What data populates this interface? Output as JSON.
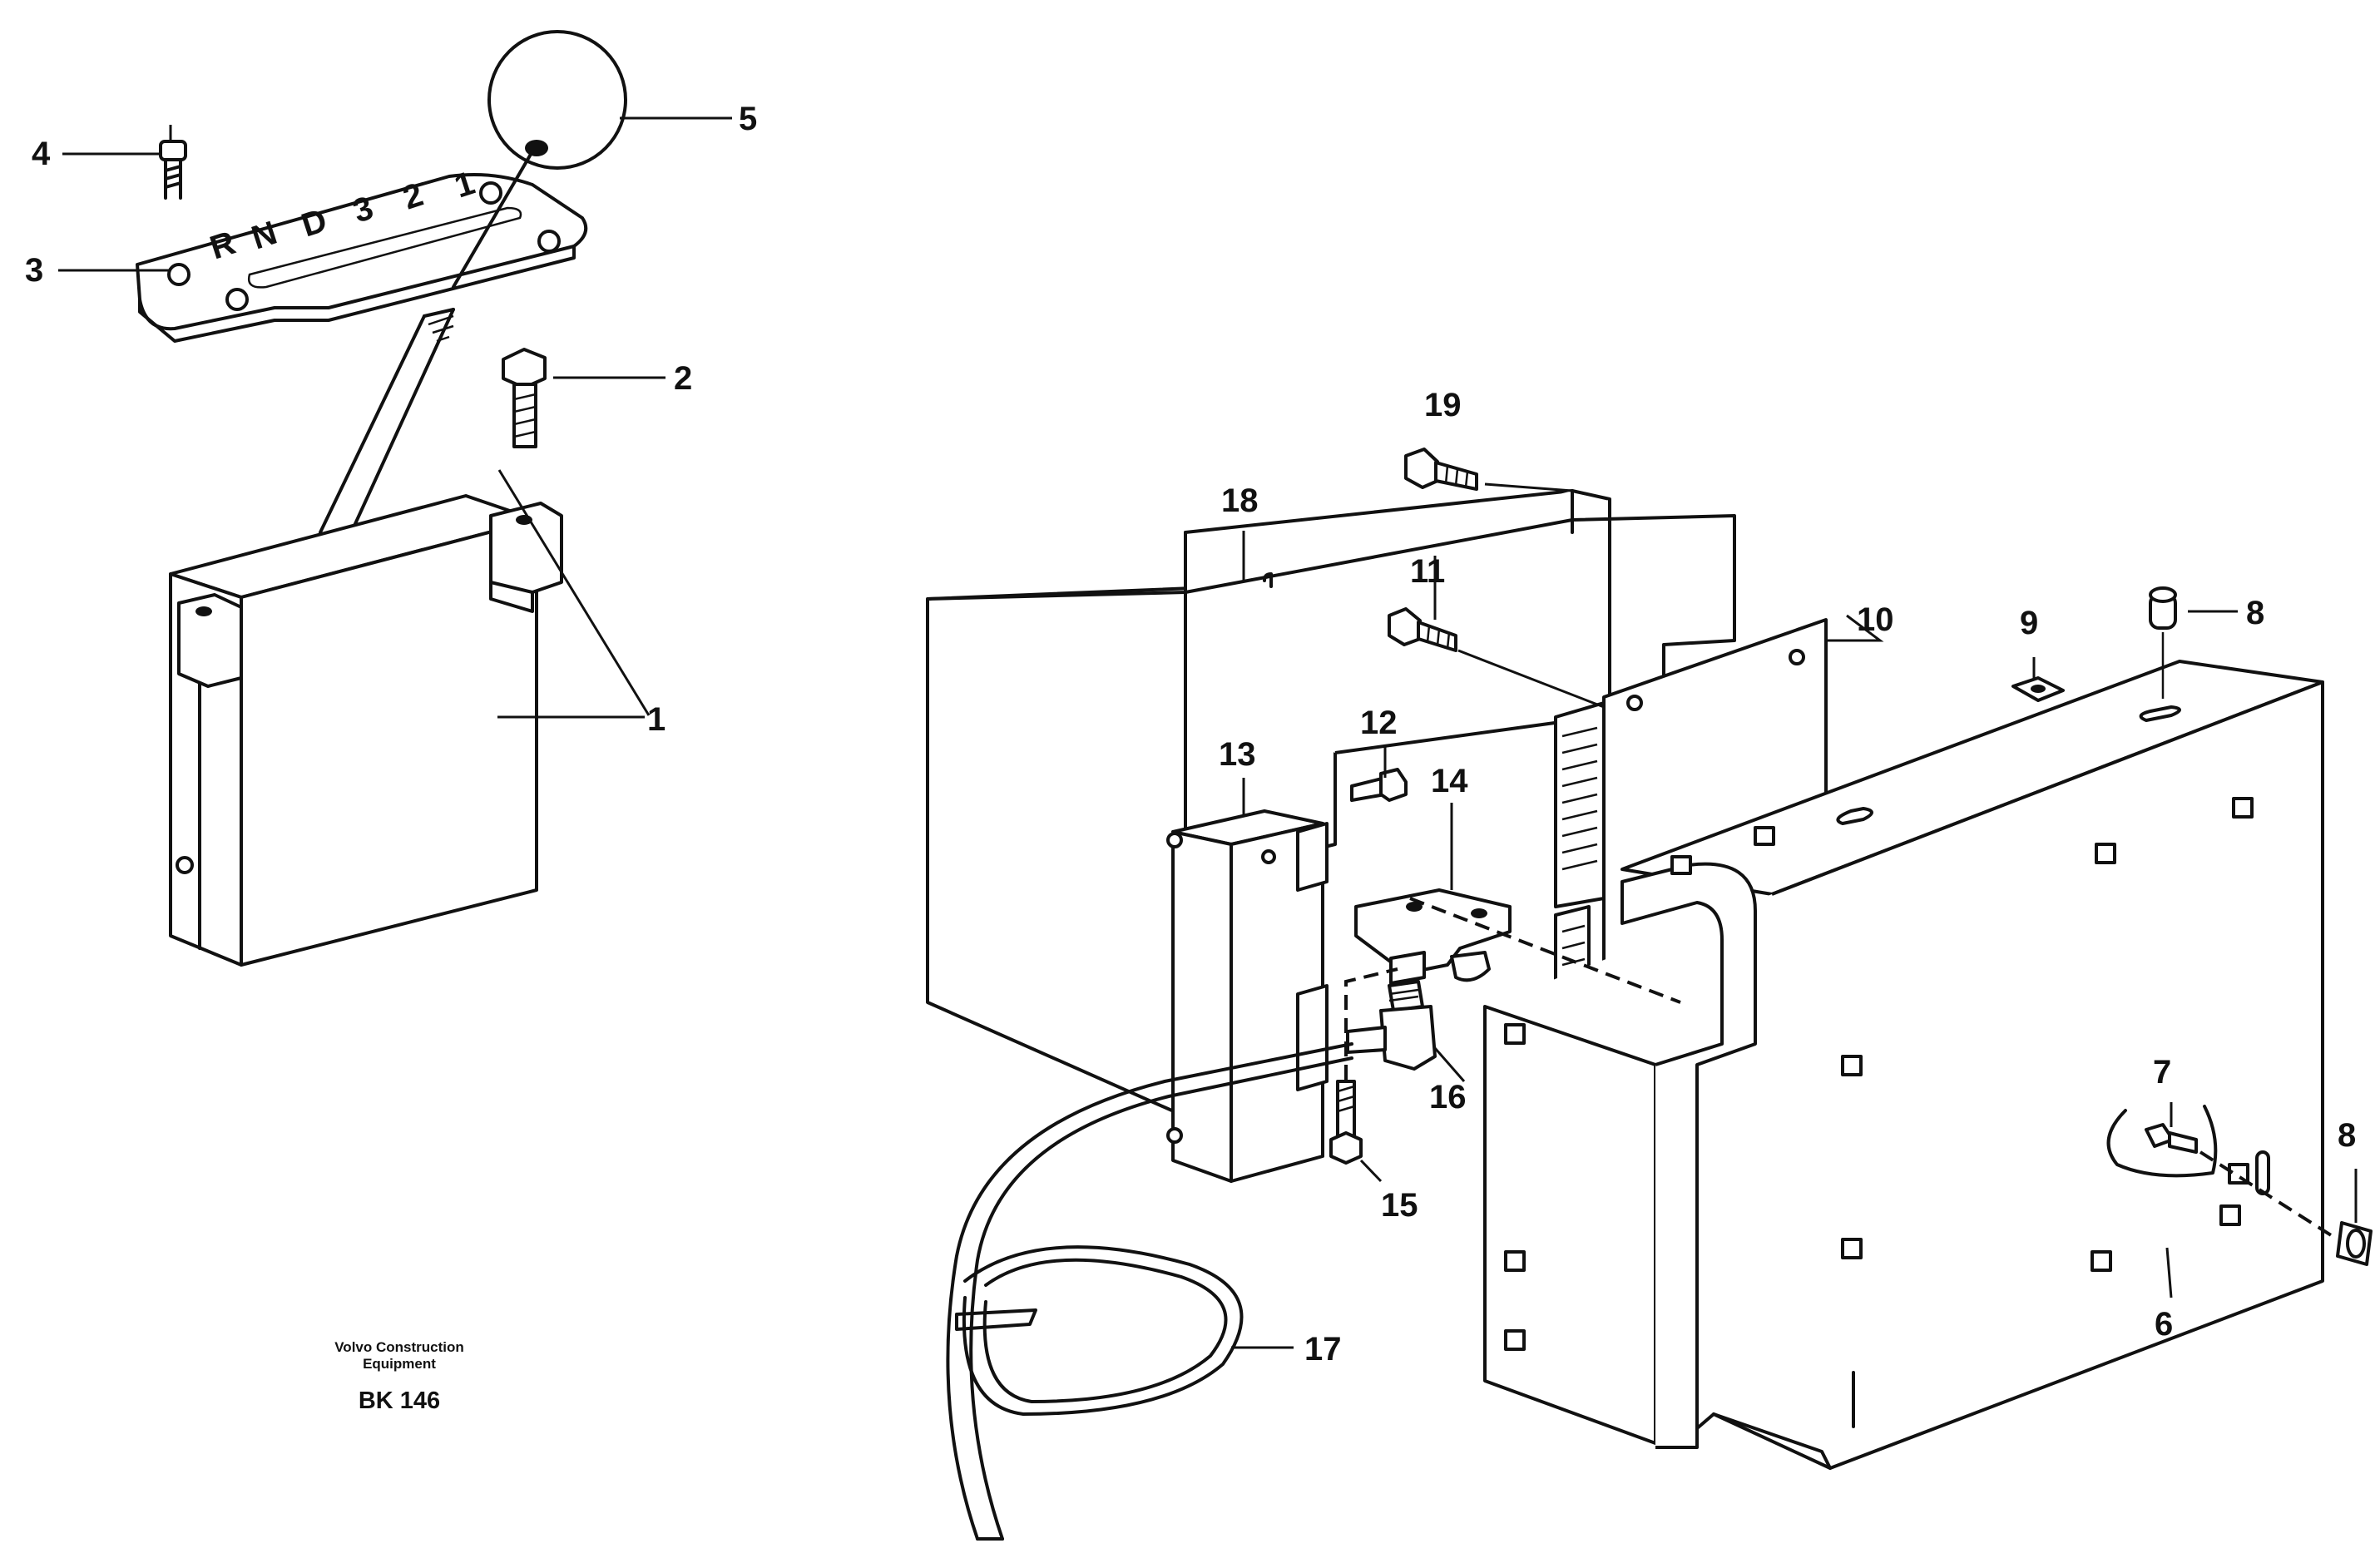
{
  "callouts": [
    "1",
    "2",
    "3",
    "4",
    "5",
    "6",
    "7",
    "8",
    "8",
    "9",
    "10",
    "11",
    "12",
    "13",
    "14",
    "15",
    "16",
    "17",
    "18",
    "19"
  ],
  "footer": {
    "brand_line1": "Volvo Construction",
    "brand_line2": "Equipment",
    "reference": "BK 146"
  },
  "gear_plate_marks": [
    "R",
    "N",
    "D",
    "3",
    "2",
    "1"
  ]
}
